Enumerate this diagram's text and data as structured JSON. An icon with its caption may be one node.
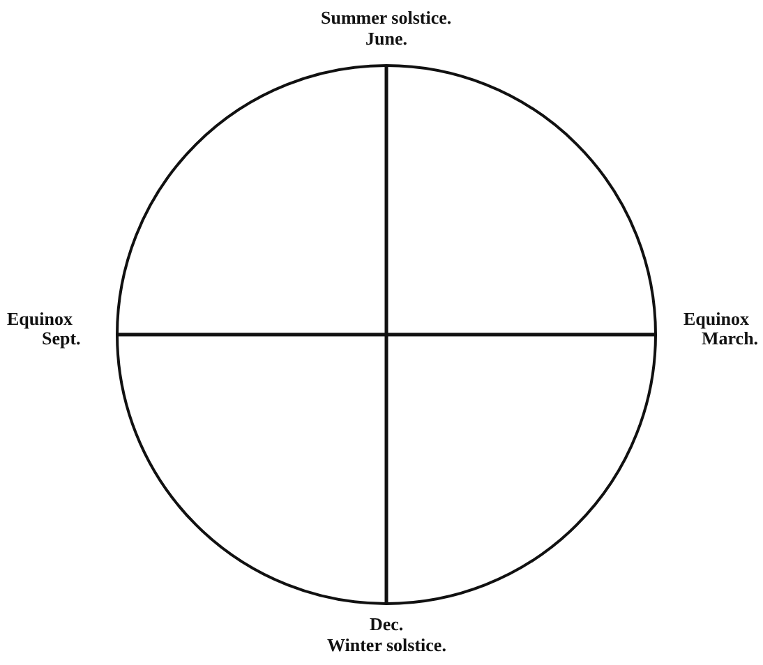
{
  "diagram": {
    "labels": [
      "Summer solstice.",
      "June.",
      "Equinox",
      "Sept.",
      "Equinox",
      "March.",
      "Dec.",
      "Winter solstice."
    ]
  }
}
